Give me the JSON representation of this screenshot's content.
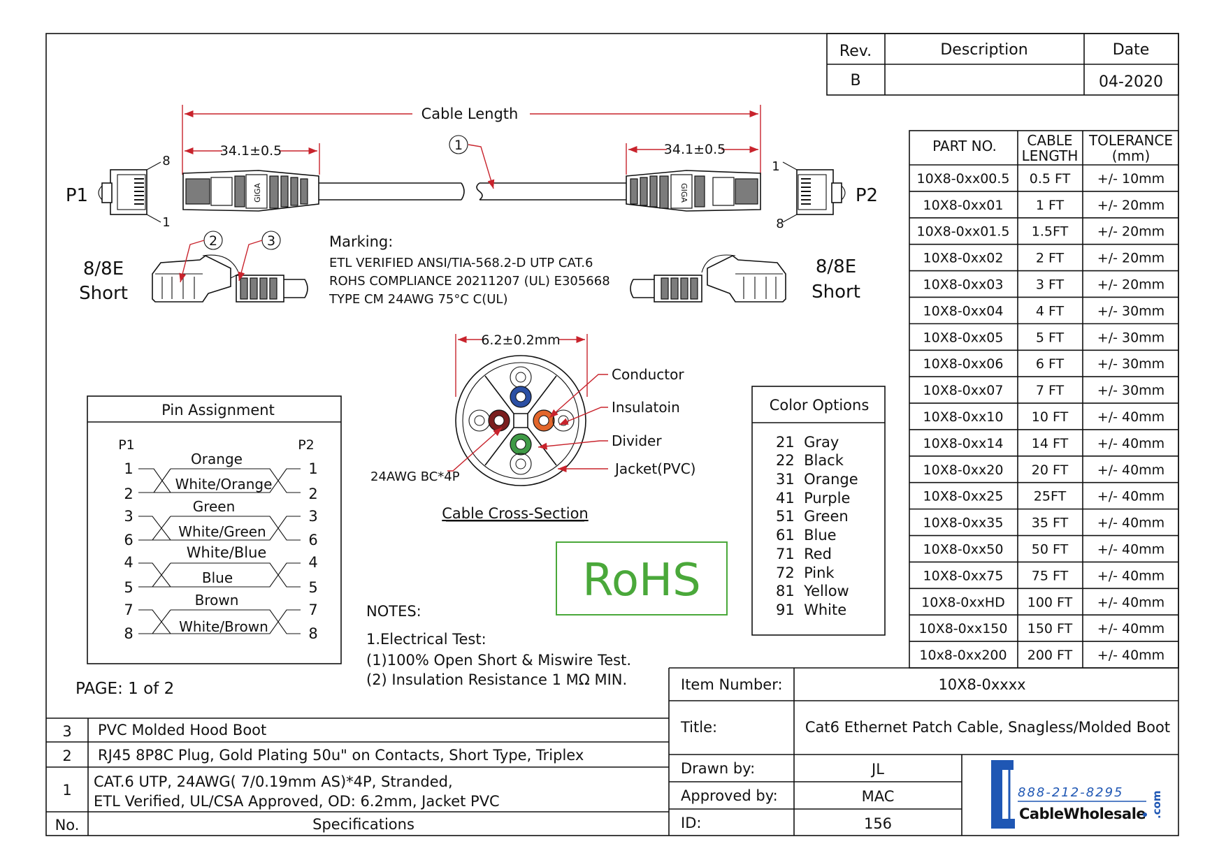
{
  "revision": {
    "headers": [
      "Rev.",
      "Description",
      "Date"
    ],
    "rev": "B",
    "description": "",
    "date": "04-2020"
  },
  "dimensions": {
    "cable_length": "Cable Length",
    "boot_left": "34.1±0.5",
    "boot_right": "34.1±0.5",
    "diameter": "6.2±0.2mm"
  },
  "ends": {
    "p1": "P1",
    "p2": "P2",
    "pin_8": "8",
    "pin_1": "1",
    "giga": "GIGA",
    "short_left": [
      "8/8E",
      "Short"
    ],
    "short_right": [
      "8/8E",
      "Short"
    ]
  },
  "callouts": [
    "1",
    "2",
    "3"
  ],
  "marking": {
    "title": "Marking:",
    "lines": [
      "ETL VERIFIED ANSI/TIA-568.2-D UTP CAT.6",
      "ROHS COMPLIANCE  20211207  (UL) E305668",
      "TYPE CM 24AWG 75°C   C(UL)"
    ]
  },
  "cross_section": {
    "title": "Cable Cross-Section",
    "labels": {
      "conductor": "Conductor",
      "insulation": "Insulatoin",
      "divider": "Divider",
      "jacket": "Jacket(PVC)",
      "awg": "24AWG BC*4P"
    },
    "colors": {
      "blue": "#2b4fa3",
      "brown": "#7a1e1e",
      "orange": "#e2662b",
      "green": "#3f9a46"
    }
  },
  "pin_assignment": {
    "title": "Pin Assignment",
    "p1": "P1",
    "p2": "P2",
    "pins_left": [
      "1",
      "2",
      "3",
      "6",
      "4",
      "5",
      "7",
      "8"
    ],
    "pins_right": [
      "1",
      "2",
      "3",
      "6",
      "4",
      "5",
      "7",
      "8"
    ],
    "pairs": [
      {
        "top": "Orange",
        "bottom": "White/Orange"
      },
      {
        "top": "Green",
        "bottom": "White/Green"
      },
      {
        "top": "White/Blue",
        "bottom": "Blue"
      },
      {
        "top": "Brown",
        "bottom": "White/Brown"
      }
    ]
  },
  "rohs": {
    "text": "RoHS",
    "color": "#4aa83a"
  },
  "color_options": {
    "title": "Color Options",
    "items": [
      "21  Gray",
      "22  Black",
      "31  Orange",
      "41  Purple",
      "51  Green",
      "61  Blue",
      "71  Red",
      "72  Pink",
      "81  Yellow",
      "91  White"
    ]
  },
  "notes": {
    "title": "NOTES:",
    "lines": [
      "1.Electrical Test:",
      "(1)100% Open Short & Miswire Test.",
      "(2) Insulation Resistance 1 MΩ  MIN."
    ]
  },
  "page": "PAGE: 1 of 2",
  "parts_table": {
    "headers": [
      "PART NO.",
      "CABLE\nLENGTH",
      "TOLERANCE\n(mm)"
    ],
    "rows": [
      [
        "10X8-0xx00.5",
        "0.5 FT",
        "+/- 10mm"
      ],
      [
        "10X8-0xx01",
        "1 FT",
        "+/- 20mm"
      ],
      [
        "10X8-0xx01.5",
        "1.5FT",
        "+/- 20mm"
      ],
      [
        "10X8-0xx02",
        "2 FT",
        "+/- 20mm"
      ],
      [
        "10X8-0xx03",
        "3 FT",
        "+/- 20mm"
      ],
      [
        "10X8-0xx04",
        "4 FT",
        "+/- 30mm"
      ],
      [
        "10X8-0xx05",
        "5 FT",
        "+/- 30mm"
      ],
      [
        "10X8-0xx06",
        "6 FT",
        "+/- 30mm"
      ],
      [
        "10X8-0xx07",
        "7 FT",
        "+/- 30mm"
      ],
      [
        "10X8-0xx10",
        "10 FT",
        "+/- 40mm"
      ],
      [
        "10X8-0xx14",
        "14 FT",
        "+/- 40mm"
      ],
      [
        "10X8-0xx20",
        "20 FT",
        "+/- 40mm"
      ],
      [
        "10X8-0xx25",
        "25FT",
        "+/- 40mm"
      ],
      [
        "10X8-0xx35",
        "35 FT",
        "+/- 40mm"
      ],
      [
        "10X8-0xx50",
        "50 FT",
        "+/- 40mm"
      ],
      [
        "10X8-0xx75",
        "75 FT",
        "+/- 40mm"
      ],
      [
        "10X8-0xxHD",
        "100 FT",
        "+/- 40mm"
      ],
      [
        "10X8-0xx150",
        "150 FT",
        "+/- 40mm"
      ],
      [
        "10x8-0xx200",
        "200 FT",
        "+/- 40mm"
      ]
    ]
  },
  "bom": {
    "rows": [
      {
        "no": "3",
        "spec": [
          "PVC Molded Hood Boot"
        ]
      },
      {
        "no": "2",
        "spec": [
          "RJ45 8P8C  Plug, Gold Plating 50u\" on Contacts, Short Type, Triplex"
        ]
      },
      {
        "no": "1",
        "spec": [
          "CAT.6 UTP, 24AWG( 7/0.19mm AS)*4P, Stranded,",
          "ETL Verified, UL/CSA Approved, OD: 6.2mm, Jacket PVC"
        ]
      }
    ],
    "footer": {
      "no": "No.",
      "spec": "Specifications"
    }
  },
  "title_block": {
    "item_number_label": "Item Number:",
    "item_number": "10X8-0xxxx",
    "title_label": "Title:",
    "title": "Cat6 Ethernet Patch Cable, Snagless/Molded Boot",
    "drawn_by_label": "Drawn by:",
    "drawn_by": "JL",
    "approved_by_label": "Approved by:",
    "approved_by": "MAC",
    "id_label": "ID:",
    "id": "156"
  },
  "logo": {
    "phone": "888-212-8295",
    "name": "CableWholesale",
    "com": ".com",
    "color": "#1f57b4"
  }
}
